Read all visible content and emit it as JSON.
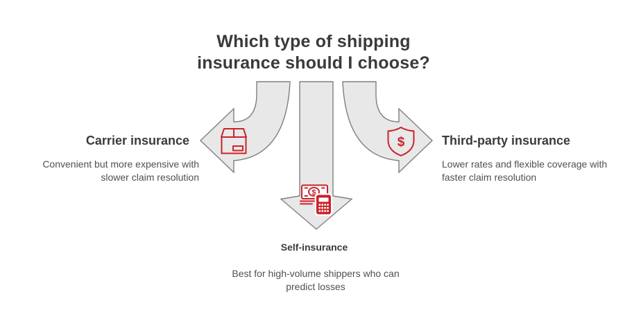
{
  "title": {
    "line1": "Which type of shipping",
    "line2": "insurance should I choose?"
  },
  "branches": {
    "carrier": {
      "heading": "Carrier insurance",
      "desc_line1": "Convenient but more expensive with",
      "desc_line2": "slower claim resolution",
      "icon": "package-box-icon"
    },
    "third_party": {
      "heading": "Third-party insurance",
      "desc_line1": "Lower rates and flexible coverage with",
      "desc_line2": "faster claim resolution",
      "icon": "shield-dollar-icon"
    },
    "self": {
      "heading": "Self-insurance",
      "desc_line1": "Best for high-volume shippers who can",
      "desc_line2": "predict losses",
      "icon": "money-calculator-icon"
    }
  },
  "glyphs": {
    "dollar": "$"
  },
  "colors": {
    "accent_red": "#cb2229",
    "arrow_fill": "#e8e8e8",
    "arrow_stroke": "#7f7f7f",
    "title_color": "#3a3a3a",
    "heading_color": "#3b3b3b",
    "desc_color": "#4f4f4f",
    "background": "#ffffff"
  }
}
